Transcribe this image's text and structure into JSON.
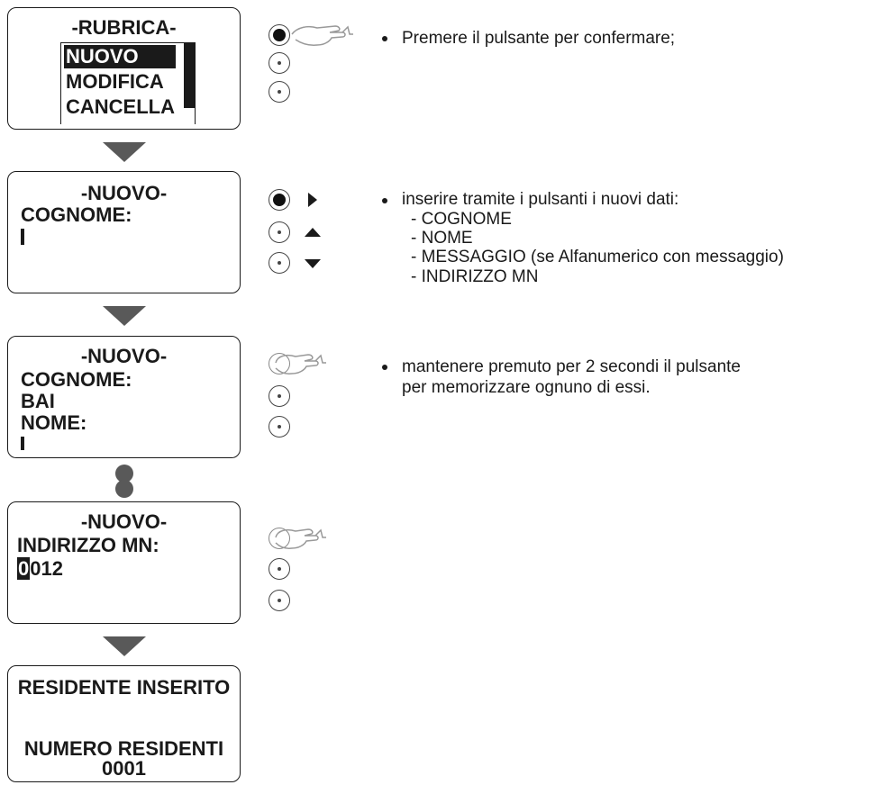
{
  "screen1": {
    "title": "-RUBRICA-",
    "items": [
      "NUOVO",
      "MODIFICA",
      "CANCELLA"
    ]
  },
  "screen2": {
    "title": "-NUOVO-",
    "line1": "COGNOME:"
  },
  "screen3": {
    "title": "-NUOVO-",
    "line1": "COGNOME:",
    "line2": "BAI",
    "line3": "NOME:"
  },
  "screen4": {
    "title": "-NUOVO-",
    "line1": "INDIRIZZO MN:",
    "value_first_digit": "0",
    "value_rest": "012"
  },
  "screen5": {
    "line1": "RESIDENTE INSERITO",
    "line2": "NUMERO RESIDENTI",
    "line3": "0001"
  },
  "step1": {
    "text": "Premere il pulsante per confermare;"
  },
  "step2": {
    "text": "inserire tramite i pulsanti i nuovi dati:",
    "items": [
      "- COGNOME",
      "- NOME",
      "- MESSAGGIO (se Alfanumerico con messaggio)",
      "- INDIRIZZO MN"
    ]
  },
  "step3": {
    "line1": "mantenere premuto per 2 secondi il pulsante",
    "line2": "per memorizzare ognuno di essi."
  },
  "colors": {
    "ink": "#1a1a1a",
    "arrow": "#595959"
  }
}
